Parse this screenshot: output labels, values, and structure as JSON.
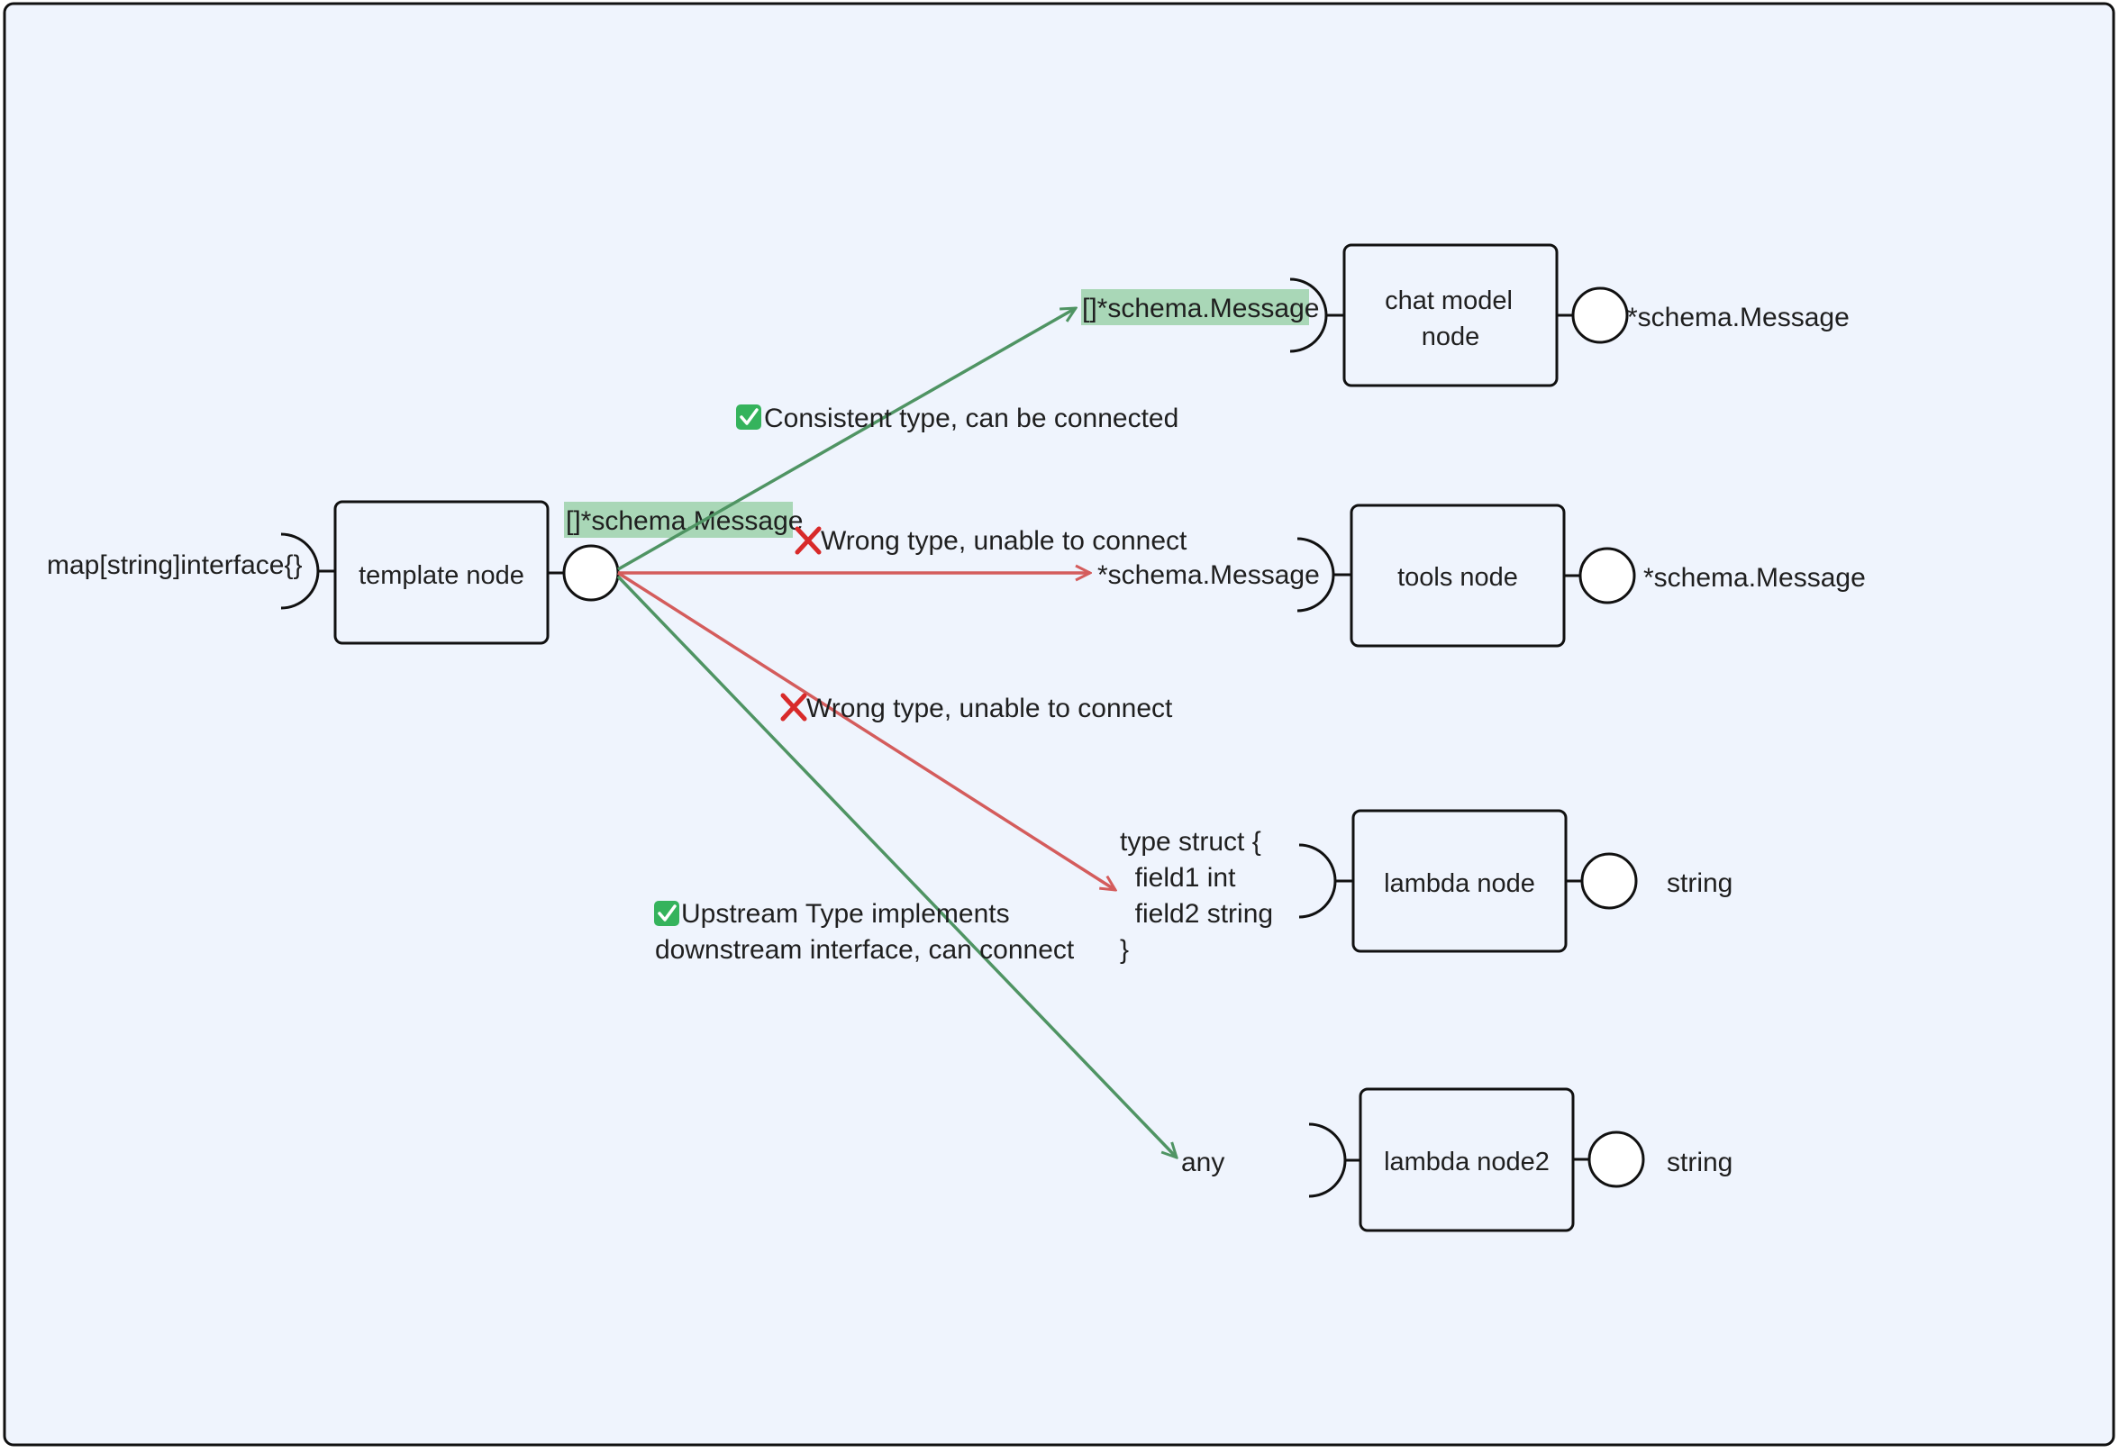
{
  "nodes": {
    "template": {
      "label": "template node",
      "input_type": "map[string]interface{}",
      "output_type": "[]*schema.Message"
    },
    "chat_model": {
      "label_line1": "chat model",
      "label_line2": "node",
      "input_type": "[]*schema.Message",
      "output_type": "*schema.Message"
    },
    "tools": {
      "label": "tools node",
      "input_type": "*schema.Message",
      "output_type": "*schema.Message"
    },
    "lambda": {
      "label": "lambda node",
      "input_type_lines": [
        "type struct {",
        "  field1 int",
        "  field2 string",
        "}"
      ],
      "output_type": "string"
    },
    "lambda2": {
      "label": "lambda node2",
      "input_type": "any",
      "output_type": "string"
    }
  },
  "edges": {
    "to_chat_model": {
      "status": "ok",
      "icon": "check-mark-icon",
      "label": "Consistent type, can be connected"
    },
    "to_tools": {
      "status": "error",
      "icon": "cross-mark-icon",
      "label": "Wrong type, unable to connect"
    },
    "to_lambda": {
      "status": "error",
      "icon": "cross-mark-icon",
      "label": "Wrong type, unable to connect"
    },
    "to_lambda2": {
      "status": "ok",
      "icon": "check-mark-icon",
      "label_line1": "Upstream Type implements",
      "label_line2": "downstream interface, can connect"
    }
  },
  "colors": {
    "background": "#eff4fd",
    "border": "#111111",
    "ok_line": "#4f9463",
    "error_line": "#d45c5c",
    "type_highlight": "#a9d7b7",
    "check_badge": "#35b35c",
    "cross": "#d82a2a"
  }
}
